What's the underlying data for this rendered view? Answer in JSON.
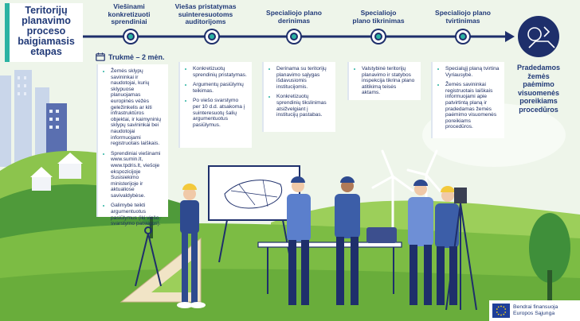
{
  "title": [
    "Teritorijų",
    "planavimo",
    "proceso",
    "baigiamasis",
    "etapas"
  ],
  "duration_label": "Trukmė – 2 mėn.",
  "stages": [
    {
      "label": [
        "Viešinami",
        "konkretizuoti",
        "sprendiniai"
      ]
    },
    {
      "label": [
        "Viešas pristatymas",
        "suinteresuotoms",
        "auditorijoms"
      ]
    },
    {
      "label": [
        "Specialiojo plano",
        "derinimas"
      ]
    },
    {
      "label": [
        "Specialiojo",
        "plano tikrinimas"
      ]
    },
    {
      "label": [
        "Specialiojo plano",
        "tvirtinimas"
      ]
    }
  ],
  "cards": [
    {
      "items": [
        "Žemės sklypų savininkai ir naudotojai, kurių sklypuose planuojamas europinės vėžės geležinkelis ar kiti infrastruktūros objektai, ir kaimyninių sklypų savininkai bei naudotojai informuojami registruotais laiškais.",
        "Sprendiniai viešinami www.sumin.lt, www.tpdris.lt, viešoje ekspozicijoje Susisiekimo ministerijoje ir aktualiose savivaldybėse.",
        "Galimybė teikti argumentuotus pasiūlymus (iki viešo svarstymo pabaigos)."
      ]
    },
    {
      "items": [
        "Konkretizuotų sprendinių pristatymas.",
        "Argumentų pasiūlymų teikimas.",
        "Po viešo svarstymo per 10 d.d. atsakoma į suinteresuotų šalių argumentuotus pasiūlymus."
      ]
    },
    {
      "items": [
        "Derinama su teritorijų planavimo sąlygas išdavusiomis institucijomis.",
        "Konkretizuotų sprendinių tikslinimas atsižvelgiant į institucijų pastabas."
      ]
    },
    {
      "items": [
        "Valstybinė teritorijų planavimo ir statybos inspekcija tikrina plano atitikimą teisės aktams."
      ]
    },
    {
      "items": [
        "Specialųjį planą tvirtina Vyriausybė.",
        "Žemės savininkai registruotais laiškais informuojami apie patvirtintą planą ir pradedamas žemės paėmimo visuomenės poreikiams procedūros."
      ]
    }
  ],
  "end_stage": [
    "Pradedamos",
    "žemės",
    "paėmimo",
    "visuomenės",
    "poreikiams",
    "procedūros"
  ],
  "eu_label": [
    "Bendrai finansuoja",
    "Europos Sąjunga"
  ],
  "colors": {
    "navy": "#1e2f6b",
    "teal": "#2bb3a2",
    "green": "#6fae3a"
  }
}
